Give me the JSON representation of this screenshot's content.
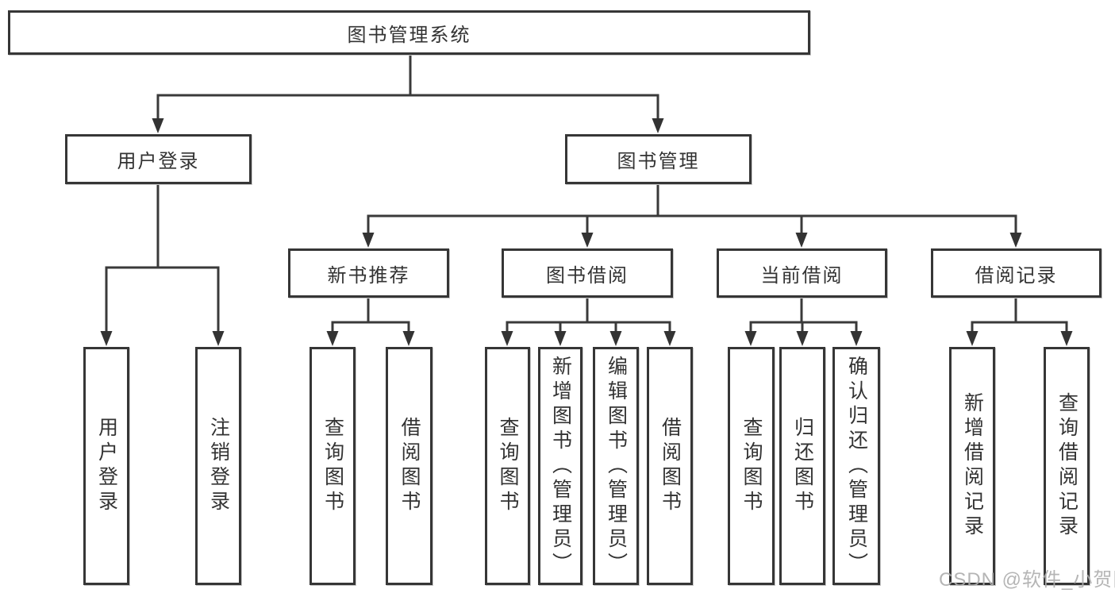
{
  "tree": {
    "root": {
      "label": "图书管理系统"
    },
    "branches": [
      {
        "label": "用户登录",
        "leaves": [
          {
            "label": "用户登录"
          },
          {
            "label": "注销登录"
          }
        ]
      },
      {
        "label": "图书管理",
        "groups": [
          {
            "label": "新书推荐",
            "leaves": [
              {
                "label": "查询图书"
              },
              {
                "label": "借阅图书"
              }
            ]
          },
          {
            "label": "图书借阅",
            "leaves": [
              {
                "label": "查询图书"
              },
              {
                "label": "新增图书（管理员）"
              },
              {
                "label": "编辑图书（管理员）"
              },
              {
                "label": "借阅图书"
              }
            ]
          },
          {
            "label": "当前借阅",
            "leaves": [
              {
                "label": "查询图书"
              },
              {
                "label": "归还图书"
              },
              {
                "label": "确认归还（管理员）"
              }
            ]
          },
          {
            "label": "借阅记录",
            "leaves": [
              {
                "label": "新增借阅记录"
              },
              {
                "label": "查询借阅记录"
              }
            ]
          }
        ]
      }
    ]
  },
  "watermark": {
    "text": "CSDN @软件_小贺同学"
  },
  "colors": {
    "line": "#3a3a3a",
    "text": "#333333",
    "watermark": "#adadad",
    "background": "#ffffff"
  }
}
